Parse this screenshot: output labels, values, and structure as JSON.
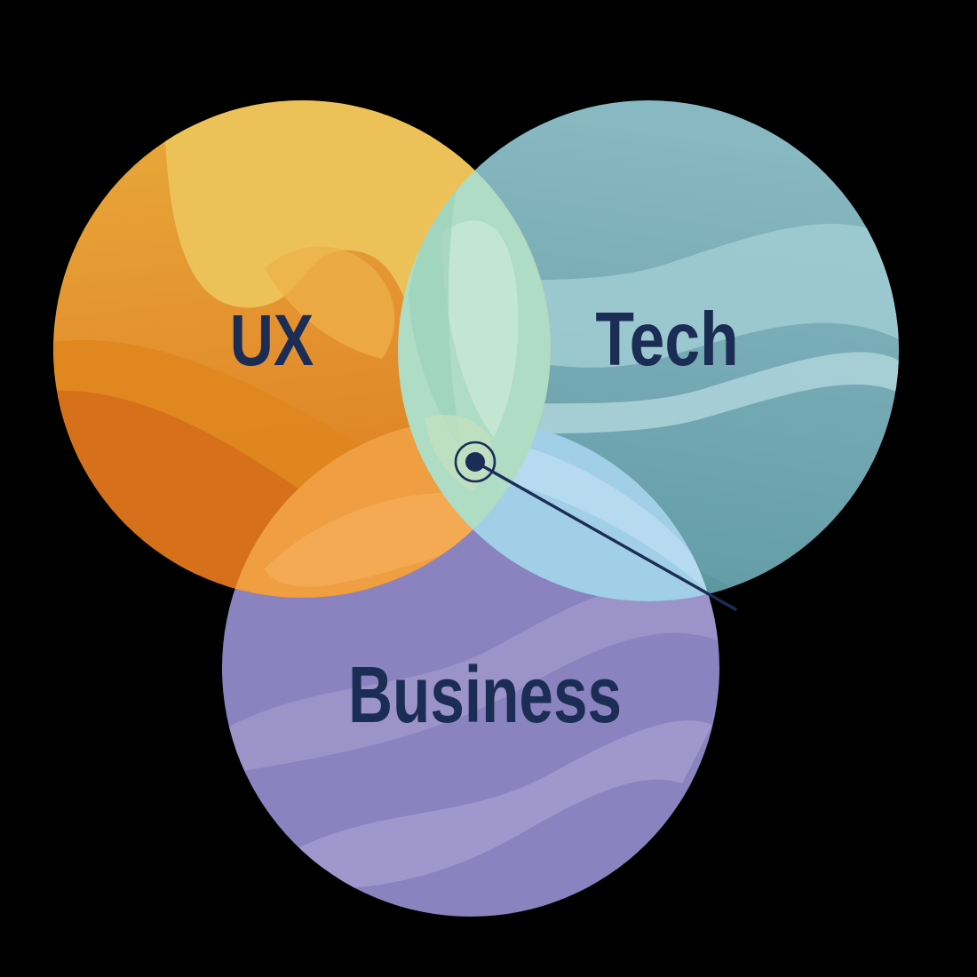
{
  "diagram": {
    "kind": "venn-diagram-3-circles",
    "labels": {
      "ux": "UX",
      "tech": "Tech",
      "business": "Business"
    },
    "colors": {
      "background": "#000000",
      "navy": "#1c2d55",
      "ux_grad_top": "#e7ab3a",
      "ux_grad_mid": "#e49230",
      "ux_grad_bottom": "#dc7d1d",
      "ux_wave_light": "#ecc158",
      "ux_wave_crest": "#eeb04b",
      "ux_wave_mid": "#e0861f",
      "ux_wave_deep": "#d6701b",
      "tech_grad_top": "#88b8c1",
      "tech_grad_bottom": "#5f99a4",
      "tech_band_light": "#9ecad2",
      "tech_band_lighter": "#aed4db",
      "tech_band_dark": "#4f8b96",
      "business_base": "#8b83bf",
      "business_band_light": "#9d95ca",
      "business_band_lighter": "#a59dd1",
      "overlap_ux_tech": "#aedcc5",
      "overlap_ux_tech_light": "#c7e8d4",
      "overlap_ux_tech_deep": "#9cd2ba",
      "overlap_ux_tech_gold_tint": "#cde4bb",
      "overlap_tech_business": "#a0cfe7",
      "overlap_tech_business_light": "#badcf0",
      "overlap_ux_business": "#ef9e42",
      "overlap_ux_business_light": "#f3ab55"
    }
  }
}
